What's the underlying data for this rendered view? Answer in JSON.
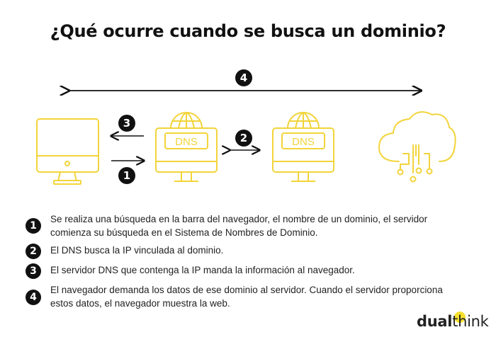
{
  "title": "¿Qué ocurre cuando se busca un dominio?",
  "colors": {
    "icon_yellow": "#f2d43a",
    "badge": "#111111",
    "text": "#222222"
  },
  "diagram": {
    "badges": [
      "4",
      "3",
      "1",
      "2"
    ],
    "nodes": [
      {
        "name": "computer",
        "icon": "monitor-icon"
      },
      {
        "name": "dns-server-1",
        "icon": "dns-server-icon",
        "label": "DNS"
      },
      {
        "name": "dns-server-2",
        "icon": "dns-server-icon",
        "label": "DNS"
      },
      {
        "name": "cloud-server",
        "icon": "cloud-network-icon"
      }
    ]
  },
  "steps": [
    {
      "num": "1",
      "text": "Se realiza una búsqueda en la barra del navegador, el nombre de un dominio, el servidor comienza su búsqueda en el Sistema de Nombres de Dominio."
    },
    {
      "num": "2",
      "text": "El DNS busca la IP vinculada al dominio."
    },
    {
      "num": "3",
      "text": "El servidor DNS que contenga la IP manda la información al navegador."
    },
    {
      "num": "4",
      "text": "El navegador demanda los datos de ese dominio al servidor. Cuando el servidor proporciona estos datos, el navegador muestra la web."
    }
  ],
  "logo": {
    "part1": "dual",
    "part2": "think"
  }
}
